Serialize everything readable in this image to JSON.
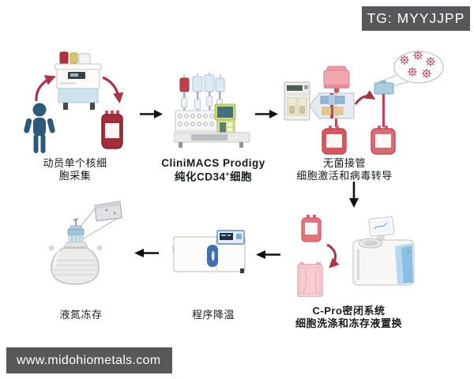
{
  "badge": {
    "label": "TG: MYYJJPP"
  },
  "watermark": {
    "text": "www.midohiometals.com"
  },
  "steps": [
    {
      "id": "collection",
      "line1": "动员单个核细",
      "line2": "胞采集"
    },
    {
      "id": "prodigy",
      "title": "CliniMACS Prodigy",
      "subtitle_prefix": "纯化CD34",
      "subtitle_sup": "+",
      "subtitle_suffix": "细胞"
    },
    {
      "id": "sterile-welding",
      "line1": "无菌接管",
      "line2": "细胞激活和病毒转导"
    },
    {
      "id": "cpro",
      "title_en": "C-Pro",
      "title_cn": "密闭系统",
      "line2": "细胞洗涤和冻存液置换"
    },
    {
      "id": "rate-freezing",
      "label": "程序降温"
    },
    {
      "id": "ln2-storage",
      "label": "液氮冻存"
    }
  ],
  "icons": {
    "person-icon": "dark blue human silhouette",
    "apheresis-machine-icon": "blood collection cart with red and yellow bags",
    "blood-bag-icon": "red blood bag with white label",
    "curved-arrow-icon": "red curved process arrow",
    "flow-arrow-icon": "black straight flow arrow",
    "prodigy-machine-icon": "CliniMACS Prodigy instrument with hanging bags and green monitor",
    "tube-welder-icon": "sterile tubing welder box",
    "clamp-callout-icon": "magnified tubing weld clamps",
    "virus-callout-icon": "magnified viral particles in ellipse",
    "cpro-machine-icon": "cell washing instrument with tilted screen",
    "cryo-bag-icon": "pink cryopreservation cassette bag",
    "rate-freezer-icon": "controlled-rate freezer with blue handle",
    "ln2-dewar-icon": "liquid nitrogen dewar tank with cryo cassette"
  },
  "colors": {
    "badge_bg": "#58585a",
    "watermark_bg": "#58585a",
    "flow_arrow_black": "#111111",
    "curved_arrow_red": "#ab3446",
    "person_blue": "#2d5a78",
    "blood_bag_red": "#a62c3c",
    "pink_bag": "#d9565f",
    "prodigy_screen_green": "#cbd878",
    "freezer_blue": "#3f6fae",
    "dewar_cap_blue": "#9ec4d6"
  }
}
